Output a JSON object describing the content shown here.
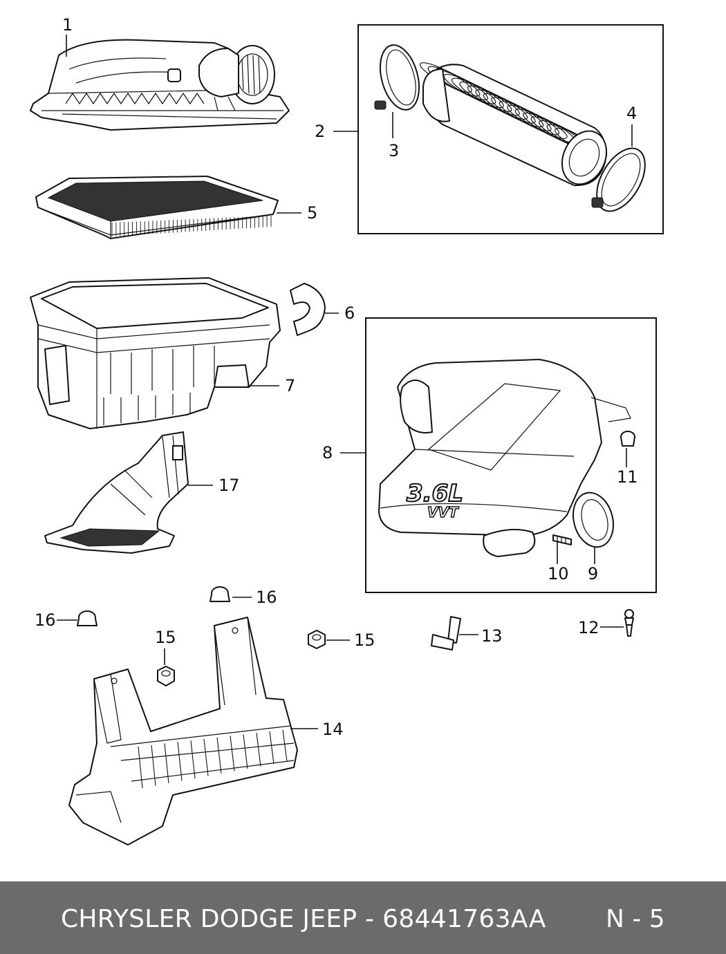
{
  "callouts": {
    "c1": "1",
    "c2": "2",
    "c3": "3",
    "c4": "4",
    "c5": "5",
    "c6": "6",
    "c7": "7",
    "c8": "8",
    "c9": "9",
    "c10": "10",
    "c11": "11",
    "c12": "12",
    "c13": "13",
    "c14": "14",
    "c15a": "15",
    "c15b": "15",
    "c16a": "16",
    "c16b": "16",
    "c17": "17"
  },
  "engine_badge": {
    "displacement": "3.6L",
    "tech": "VVT"
  },
  "footer": {
    "title": "CHRYSLER DODGE JEEP - 68441763AA",
    "page": "N - 5"
  }
}
